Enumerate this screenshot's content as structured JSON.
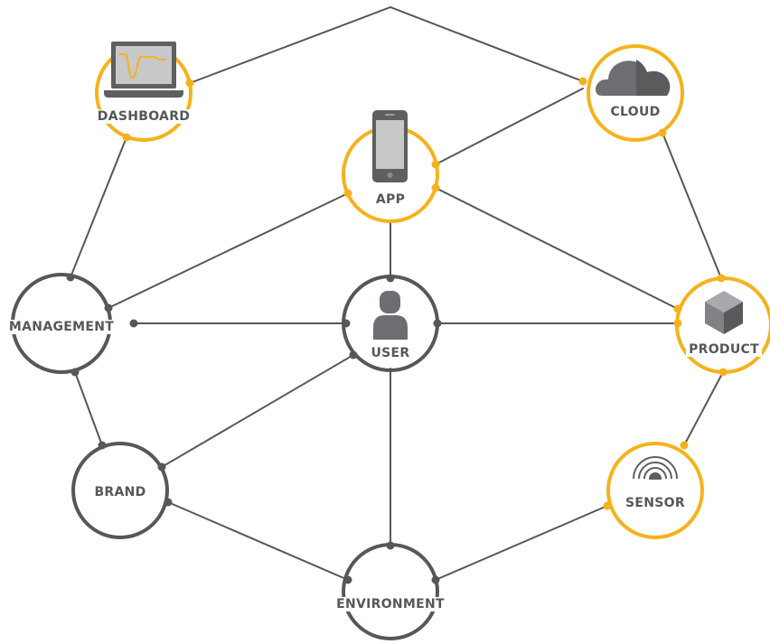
{
  "nodes": {
    "dashboard": {
      "label": "DASHBOARD",
      "icon": "laptop-icon",
      "accent": true
    },
    "cloud": {
      "label": "CLOUD",
      "icon": "cloud-icon",
      "accent": true
    },
    "app": {
      "label": "APP",
      "icon": "smartphone-icon",
      "accent": true
    },
    "management": {
      "label": "MANAGEMENT",
      "icon": "",
      "accent": false
    },
    "user": {
      "label": "USER",
      "icon": "user-icon",
      "accent": false
    },
    "product": {
      "label": "PRODUCT",
      "icon": "box-icon",
      "accent": true
    },
    "brand": {
      "label": "BRAND",
      "icon": "",
      "accent": false
    },
    "sensor": {
      "label": "SENSOR",
      "icon": "signal-icon",
      "accent": true
    },
    "environment": {
      "label": "ENVIRONMENT",
      "icon": "",
      "accent": false
    }
  },
  "colors": {
    "accent": "#f5b21b",
    "line": "#555759",
    "text": "#555759",
    "icon_dark": "#5e5f61",
    "icon_light": "#c7c8ca"
  }
}
